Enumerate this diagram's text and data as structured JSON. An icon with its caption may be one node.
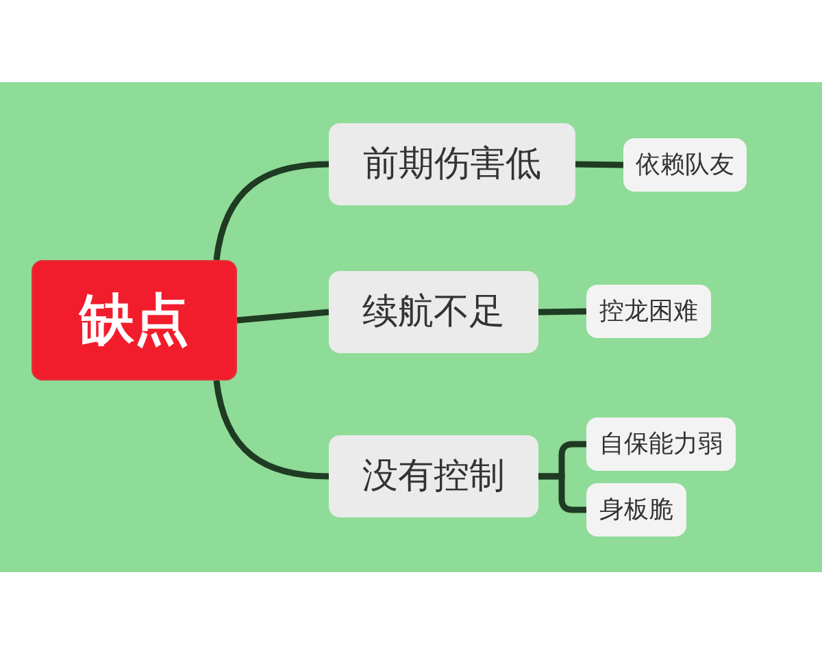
{
  "diagram": {
    "nodes": [
      {
        "text": [
          "缺点"
        ]
      },
      {
        "text": [
          "前期伤害低"
        ]
      },
      {
        "text": [
          "续航不足"
        ]
      },
      {
        "text": [
          "没有控制"
        ]
      },
      {
        "text": [
          "依赖队友"
        ]
      },
      {
        "text": [
          "控龙困难"
        ]
      },
      {
        "text": [
          "自保能力弱"
        ]
      },
      {
        "text": [
          "身板脆"
        ]
      }
    ],
    "edges": [
      {
        "from": 0,
        "to": 1,
        "arrow": "none"
      },
      {
        "from": 0,
        "to": 2,
        "arrow": "none"
      },
      {
        "from": 0,
        "to": 3,
        "arrow": "none"
      },
      {
        "from": 1,
        "to": 4,
        "arrow": "none"
      },
      {
        "from": 2,
        "to": 5,
        "arrow": "none"
      },
      {
        "from": 3,
        "to": 6,
        "arrow": "none"
      },
      {
        "from": 3,
        "to": 7,
        "arrow": "none"
      }
    ]
  }
}
